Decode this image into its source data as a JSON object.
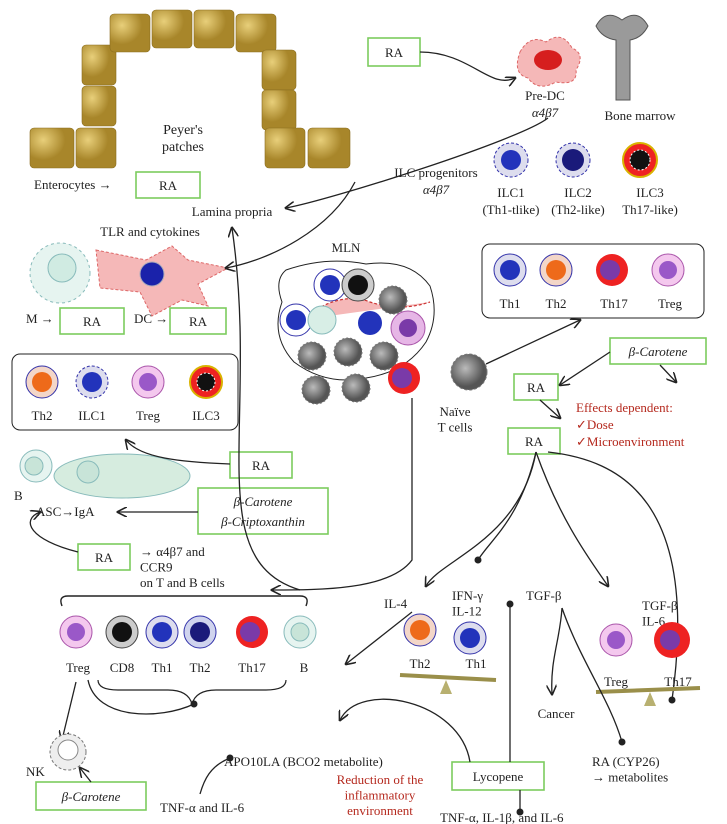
{
  "peyers_patches": "Peyer's\npatches",
  "enterocytes": "Enterocytes →",
  "ra": "RA",
  "lamina_propria": "Lamina propria",
  "tlr_cytokines": "TLR and cytokines",
  "m_cell": "M →",
  "dc_cell": "DC →",
  "pre_dc": "Pre-DC",
  "alpha4b7": "α4β7",
  "bone_marrow": "Bone marrow",
  "ilc_progenitors": "ILC progenitors",
  "ilc1": "ILC1",
  "ilc1_sub": "(Th1-tlike)",
  "ilc2": "ILC2",
  "ilc2_sub": "(Th2-like)",
  "ilc3": "ILC3",
  "ilc3_sub": "Th17-like)",
  "mln": "MLN",
  "th1": "Th1",
  "th2": "Th2",
  "th17": "Th17",
  "treg": "Treg",
  "naive": "Naïve\nT cells",
  "b_carotene": "β-Carotene",
  "b_criptoxanthin": "β-Criptoxanthin",
  "effects_title": "Effects dependent:",
  "effects_dose": "✓Dose",
  "effects_micro": "✓Microenvironment",
  "b_cell": "B",
  "asc_iga": "ASC→IgA",
  "homing": "→ α4β7 and\nCCR9\non T and B cells",
  "cd8": "CD8",
  "nk": "NK",
  "il4": "IL-4",
  "ifn": "IFN-γ\nIL-12",
  "tgfb": "TGF-β",
  "tgfb_il6": "TGF-β\nIL-6",
  "cancer": "Cancer",
  "lycopene": "Lycopene",
  "apo10la": "APO10LA (BCO2 metabolite)",
  "tnf_il6": "TNF-α and IL-6",
  "reduction": "Reduction of the\ninflammatory\nenvironment",
  "tnf_il1_il6": "TNF-α, IL-1β, and IL-6",
  "ra_cyp26": "RA (CYP26)\n→ metabolites",
  "colors": {
    "accent_green": "#7ccc5e",
    "red_text": "#b5291e",
    "gold": "#c8a43a"
  }
}
